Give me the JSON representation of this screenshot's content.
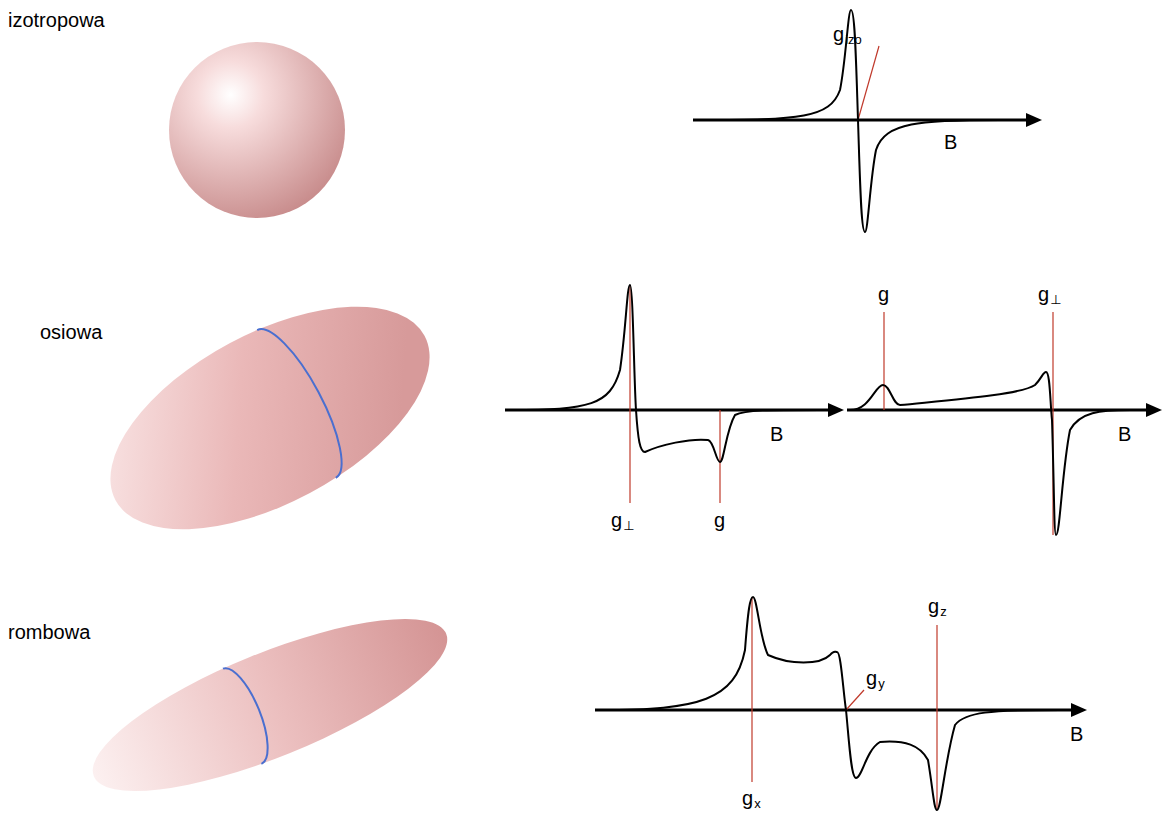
{
  "diagram": {
    "labels": [
      "izotropowa",
      "g",
      "izo",
      "B",
      "osiowa",
      "g",
      "⊥",
      "g",
      "B",
      "g",
      "g",
      "⊥",
      "B",
      "rombowa",
      "g",
      "z",
      "g",
      "y",
      "B",
      "g",
      "x"
    ]
  }
}
